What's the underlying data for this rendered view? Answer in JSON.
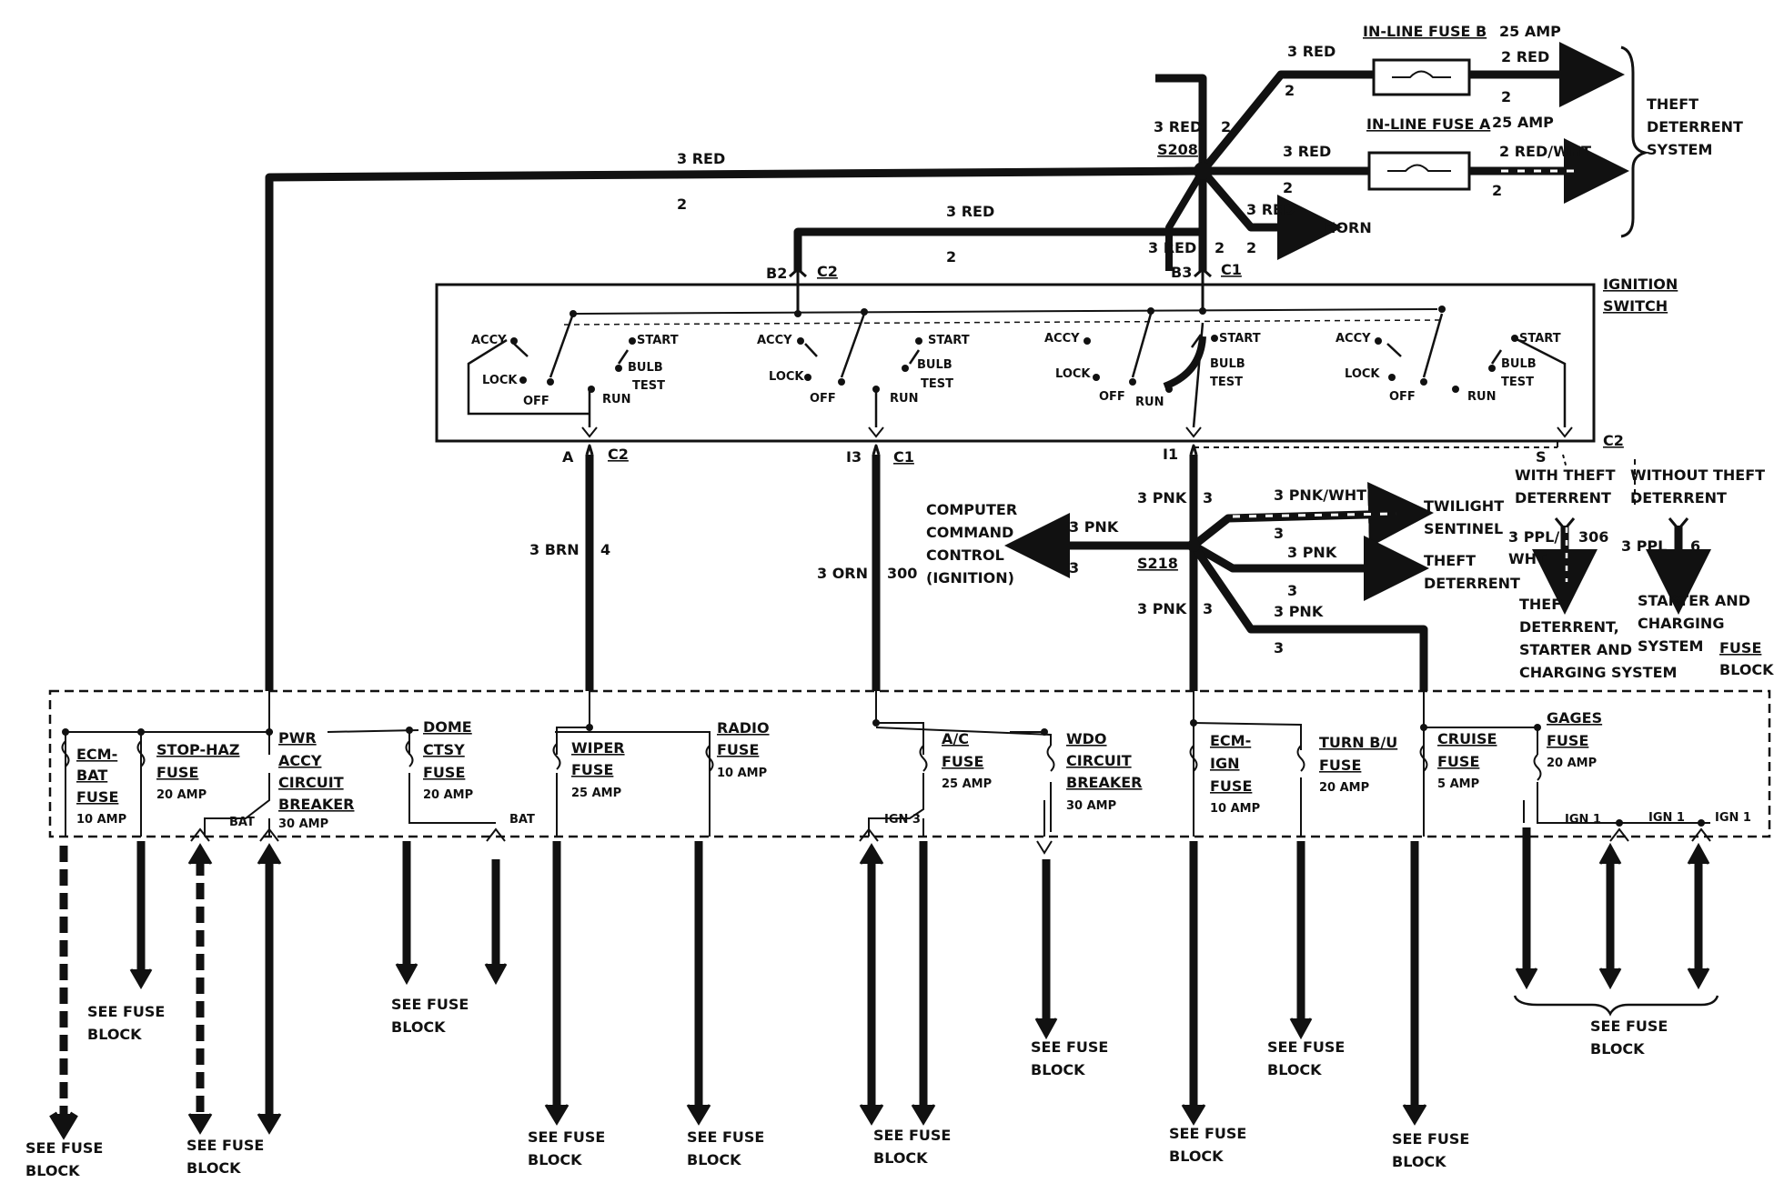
{
  "colors": {
    "ink": "#111111",
    "paper": "#ffffff"
  },
  "top": {
    "wire_main": "3 RED",
    "wire_main_circuit": "2",
    "splice_s208": "S208",
    "splice_wire": "3 RED",
    "splice_circuit": "2",
    "wire_to_fuse_b": "3 RED",
    "wire_to_fuse_b_circuit": "2",
    "fuse_b_label": "IN-LINE FUSE B",
    "fuse_b_rating": "25 AMP",
    "fuse_b_out_wire": "2 RED",
    "fuse_b_out_circuit": "2",
    "fuse_a_label": "IN-LINE FUSE A",
    "fuse_a_rating": "25 AMP",
    "wire_to_fuse_a": "3 RED",
    "wire_to_fuse_a_circuit": "2",
    "fuse_a_out_wire": "2 RED/WHT",
    "fuse_a_out_circuit": "2",
    "theft_system": [
      "THEFT",
      "DETERRENT",
      "SYSTEM"
    ],
    "horn_wire": "3 RED",
    "horn_label": "HORN",
    "b2_wire": "3 RED",
    "b2_circuit": "2",
    "b3_wire": "3 RED",
    "b3_circuit_a": "2",
    "b3_circuit_b": "2",
    "conn_b2": "B2",
    "conn_c2_top": "C2",
    "conn_b3": "B3",
    "conn_c1_top": "C1"
  },
  "ignition": {
    "title": [
      "IGNITION",
      "SWITCH"
    ],
    "positions": {
      "accy": "ACCY",
      "start": "START",
      "lock": "LOCK",
      "bulb": "BULB",
      "test": "TEST",
      "off": "OFF",
      "run": "RUN"
    },
    "conn_a": "A",
    "conn_a_c": "C2",
    "conn_i3": "I3",
    "conn_i3_c": "C1",
    "conn_i1": "I1",
    "conn_s": "S",
    "conn_s_c": "C2"
  },
  "mid": {
    "brn_wire": "3 BRN",
    "brn_circuit": "4",
    "orn_wire": "3 ORN",
    "orn_circuit": "300",
    "computer": [
      "COMPUTER",
      "COMMAND",
      "CONTROL",
      "(IGNITION)"
    ],
    "pnk_top_wire": "3 PNK",
    "pnk_top_circuit": "3",
    "pnk_left_wire": "3 PNK",
    "pnk_left_circuit": "3",
    "splice_s218": "S218",
    "pnkwht_wire": "3 PNK/WHT",
    "pnkwht_circuit": "3",
    "twilight": [
      "TWILIGHT",
      "SENTINEL"
    ],
    "pnk_theft_wire": "3 PNK",
    "pnk_theft_circuit": "3",
    "theft": [
      "THEFT",
      "DETERRENT"
    ],
    "pnk_low_wire": "3 PNK",
    "pnk_low_circuit": "3",
    "pnk_cruise_wire": "3 PNK",
    "pnk_cruise_circuit": "3",
    "with_theft": [
      "WITH THEFT",
      "DETERRENT"
    ],
    "without_theft": [
      "WITHOUT THEFT",
      "DETERRENT"
    ],
    "ppl_wire": [
      "3 PPL/",
      "WHT"
    ],
    "ppl_circuit": "306",
    "ppl2_wire": "3 PPL",
    "ppl2_circuit": "6",
    "theft_starter": [
      "THEFT",
      "DETERRENT,",
      "STARTER AND",
      "CHARGING SYSTEM"
    ],
    "starter_charging": [
      "STARTER AND",
      "CHARGING",
      "SYSTEM"
    ],
    "fuse_block": [
      "FUSE",
      "BLOCK"
    ]
  },
  "fuses": {
    "ecm_bat": {
      "lines": [
        "ECM-",
        "BAT",
        "FUSE"
      ],
      "rating": "10 AMP"
    },
    "stop_haz": {
      "lines": [
        "STOP-HAZ",
        "FUSE"
      ],
      "rating": "20 AMP"
    },
    "pwr_accy": {
      "lines": [
        "PWR",
        "ACCY",
        "CIRCUIT",
        "BREAKER"
      ],
      "rating": "30 AMP"
    },
    "bat_1": "BAT",
    "dome": {
      "lines": [
        "DOME",
        "CTSY",
        "FUSE"
      ],
      "rating": "20 AMP"
    },
    "bat_2": "BAT",
    "wiper": {
      "lines": [
        "WIPER",
        "FUSE"
      ],
      "rating": "25 AMP"
    },
    "radio": {
      "lines": [
        "RADIO",
        "FUSE"
      ],
      "rating": "10 AMP"
    },
    "ac": {
      "lines": [
        "A/C",
        "FUSE"
      ],
      "rating": "25 AMP"
    },
    "ign3": "IGN 3",
    "wdo": {
      "lines": [
        "WDO",
        "CIRCUIT",
        "BREAKER"
      ],
      "rating": "30 AMP"
    },
    "ecm_ign": {
      "lines": [
        "ECM-",
        "IGN",
        "FUSE"
      ],
      "rating": "10 AMP"
    },
    "turn": {
      "lines": [
        "TURN B/U",
        "FUSE"
      ],
      "rating": "20 AMP"
    },
    "cruise": {
      "lines": [
        "CRUISE",
        "FUSE"
      ],
      "rating": "5 AMP"
    },
    "gages": {
      "lines": [
        "GAGES",
        "FUSE"
      ],
      "rating": "20 AMP"
    },
    "ign1_a": "IGN 1",
    "ign1_b": "IGN 1",
    "ign1_c": "IGN 1"
  },
  "see_fuse_block": {
    "line1": "SEE FUSE",
    "line2": "BLOCK"
  }
}
